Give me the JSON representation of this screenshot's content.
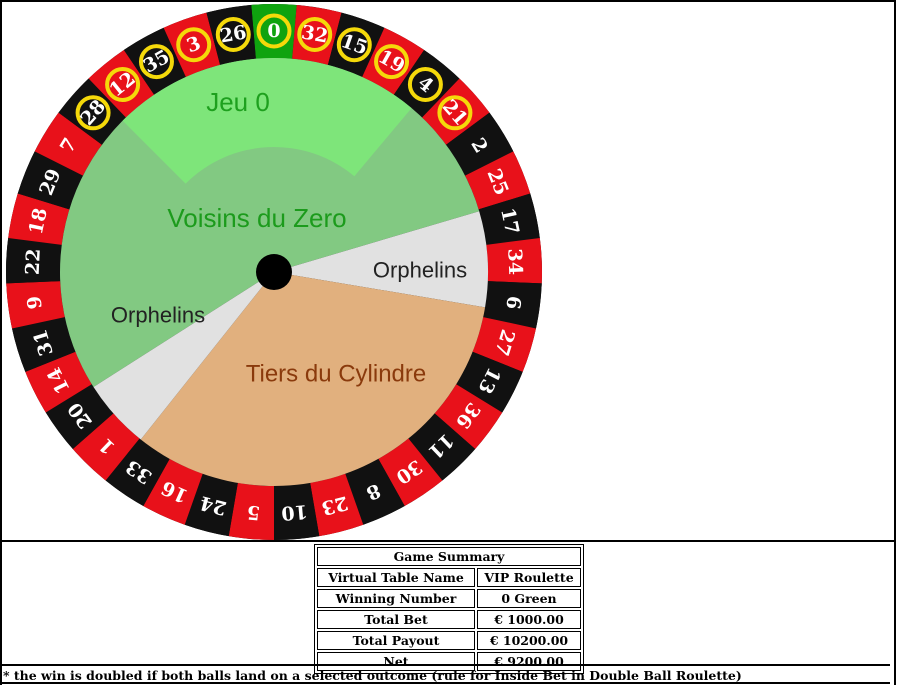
{
  "wheel": {
    "sequence": [
      "0",
      "32",
      "15",
      "19",
      "4",
      "21",
      "2",
      "25",
      "17",
      "34",
      "6",
      "27",
      "13",
      "36",
      "11",
      "30",
      "8",
      "23",
      "10",
      "5",
      "24",
      "16",
      "33",
      "1",
      "20",
      "14",
      "31",
      "9",
      "22",
      "18",
      "29",
      "7",
      "28",
      "12",
      "35",
      "3",
      "26"
    ],
    "red_numbers": [
      "1",
      "3",
      "5",
      "7",
      "9",
      "12",
      "14",
      "16",
      "18",
      "19",
      "21",
      "23",
      "25",
      "27",
      "30",
      "32",
      "34",
      "36"
    ],
    "highlighted_numbers": [
      "0",
      "32",
      "15",
      "19",
      "4",
      "21",
      "28",
      "12",
      "35",
      "3",
      "26"
    ],
    "colors": {
      "red": "#e8111a",
      "black": "#111111",
      "green": "#0fa30f",
      "highlight": "#f5d90a"
    },
    "sections": [
      {
        "name": "Jeu 0",
        "color": "#7ee57a",
        "text_color": "#1ea01e"
      },
      {
        "name": "Voisins du Zero",
        "color": "#82c982",
        "text_color": "#1c9b1c"
      },
      {
        "name": "Orphelins",
        "color": "#e1e1e1",
        "text_color": "#222222"
      },
      {
        "name": "Orphelins",
        "color": "#e1e1e1",
        "text_color": "#222222"
      },
      {
        "name": "Tiers du Cylindre",
        "color": "#e1b07e",
        "text_color": "#8a3a0c"
      }
    ]
  },
  "summary": {
    "title": "Game Summary",
    "rows": [
      {
        "label": "Virtual Table Name",
        "value": "VIP Roulette"
      },
      {
        "label": "Winning Number",
        "value": "0 Green"
      },
      {
        "label": "Total Bet",
        "value": "€ 1000.00"
      },
      {
        "label": "Total Payout",
        "value": "€ 10200.00"
      },
      {
        "label": "Net",
        "value": "€ 9200.00"
      }
    ]
  },
  "footnote": "* the win is doubled if both balls land on a selected outcome (rule for Inside Bet in Double Ball Roulette)"
}
